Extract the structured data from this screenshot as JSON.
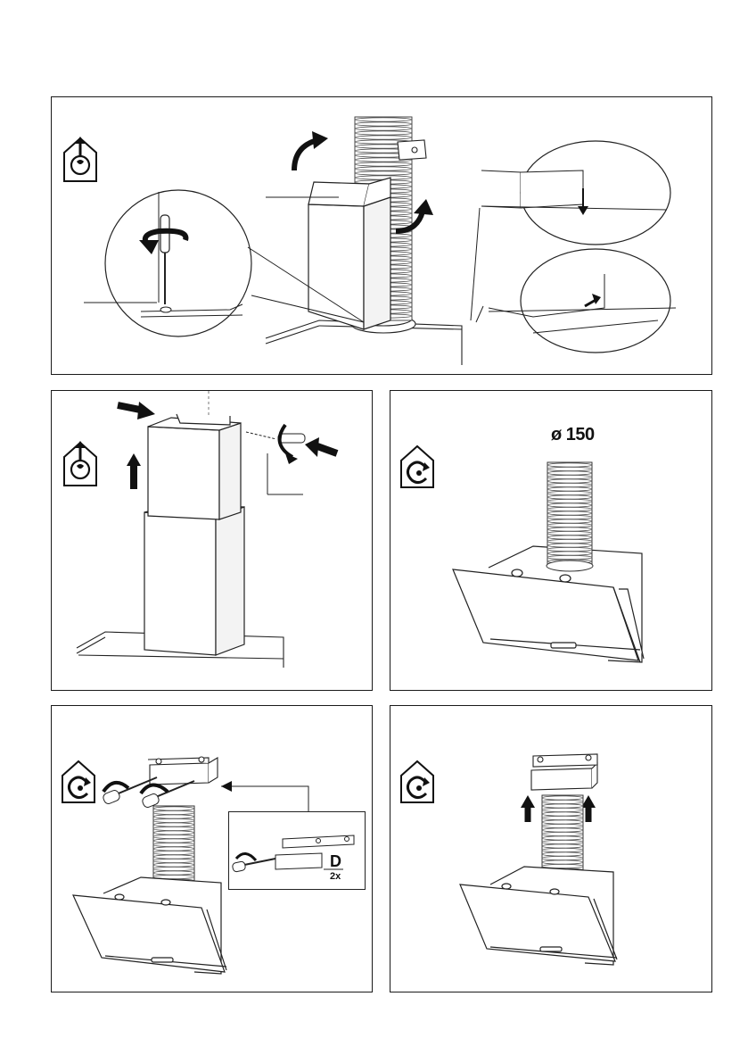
{
  "panels": {
    "panel_1": {
      "mode_icon": "ducted-extraction-house-icon"
    },
    "panel_2": {
      "mode_icon": "ducted-extraction-house-icon"
    },
    "panel_3": {
      "mode_icon": "recirculation-house-icon",
      "duct_diameter_label": "ø 150"
    },
    "panel_4": {
      "mode_icon": "recirculation-house-icon",
      "inset_part_letter": "D",
      "inset_quantity": "2x"
    },
    "panel_5": {
      "mode_icon": "recirculation-house-icon"
    }
  },
  "colors": {
    "line": "#1a1a1a",
    "fill": "#ffffff",
    "shade": "#e6e6e6",
    "arrow": "#111111"
  }
}
